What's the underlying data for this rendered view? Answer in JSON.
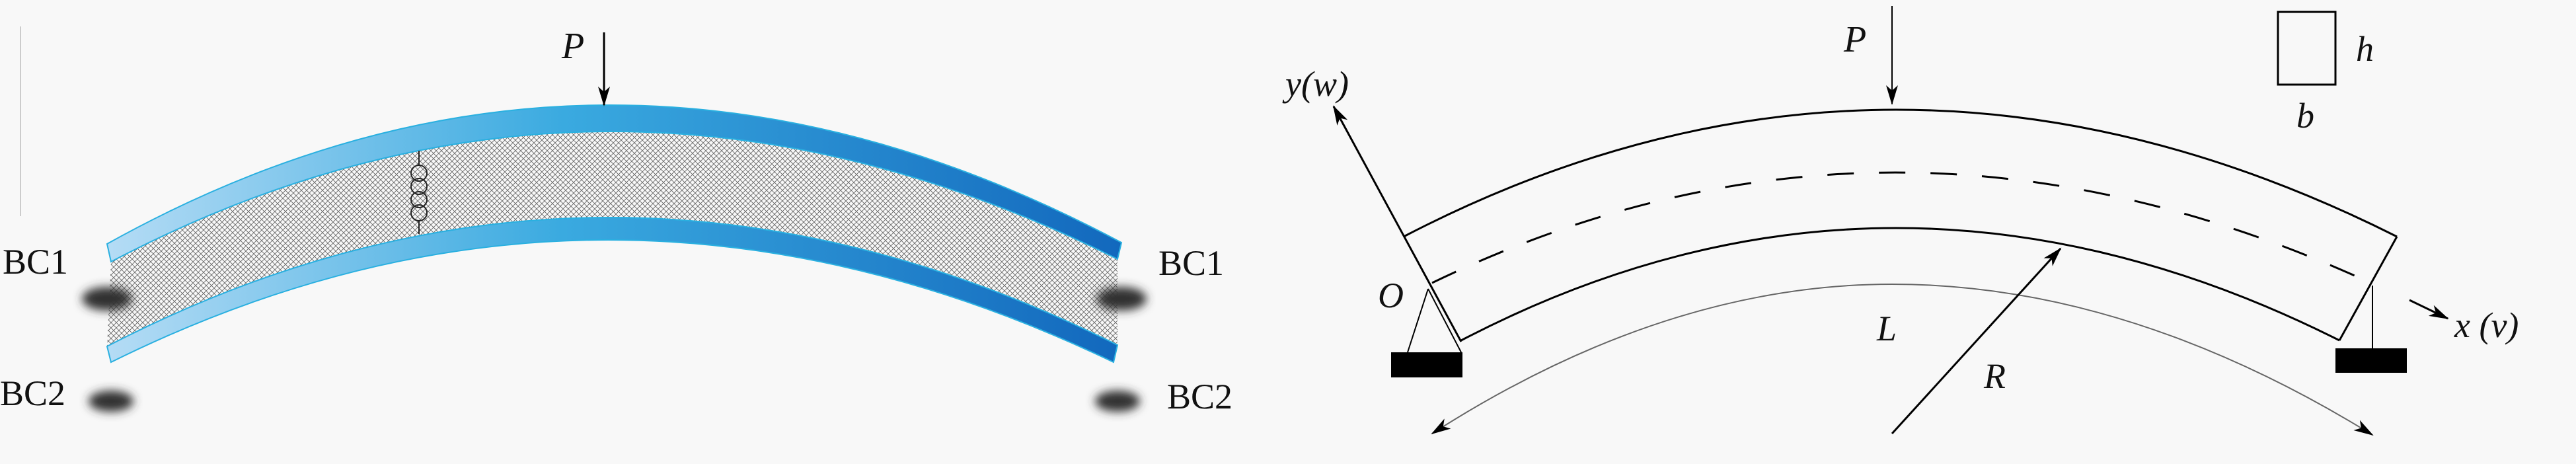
{
  "left_panel": {
    "load_label": "P",
    "bc1_left": "BC1",
    "bc2_left": "BC2",
    "bc1_right": "BC1",
    "bc2_right": "BC2",
    "colors": {
      "band_light": "#a8d4f2",
      "band_dark": "#1670c0",
      "hatch": "#555555"
    }
  },
  "right_panel": {
    "load_label": "P",
    "y_axis_label": "y(w)",
    "origin_label": "O",
    "x_axis_label": "x (v)",
    "length_label": "L",
    "radius_label": "R",
    "height_label": "h",
    "width_label": "b"
  }
}
